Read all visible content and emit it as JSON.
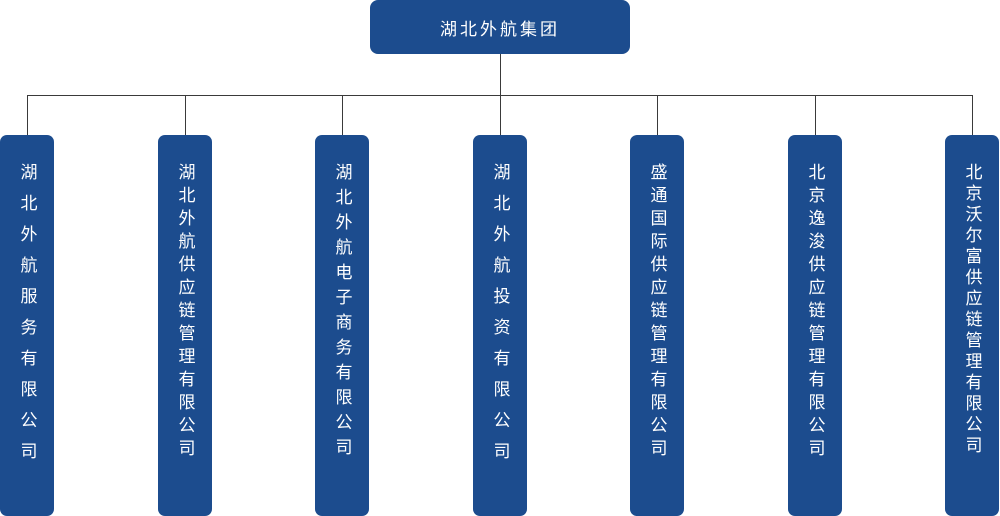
{
  "root": {
    "label": "湖北外航集团"
  },
  "children": [
    {
      "label": "湖北外航服务有限公司"
    },
    {
      "label": "湖北外航供应链管理有限公司"
    },
    {
      "label": "湖北外航电子商务有限公司"
    },
    {
      "label": "湖北外航投资有限公司"
    },
    {
      "label": "盛通国际供应链管理有限公司"
    },
    {
      "label": "北京逸浚供应链管理有限公司"
    },
    {
      "label": "北京沃尔富供应链管理有限公司"
    }
  ],
  "colors": {
    "node_fill": "#1c4c8e",
    "node_text": "#ffffff",
    "connector": "#3a3a3a"
  }
}
